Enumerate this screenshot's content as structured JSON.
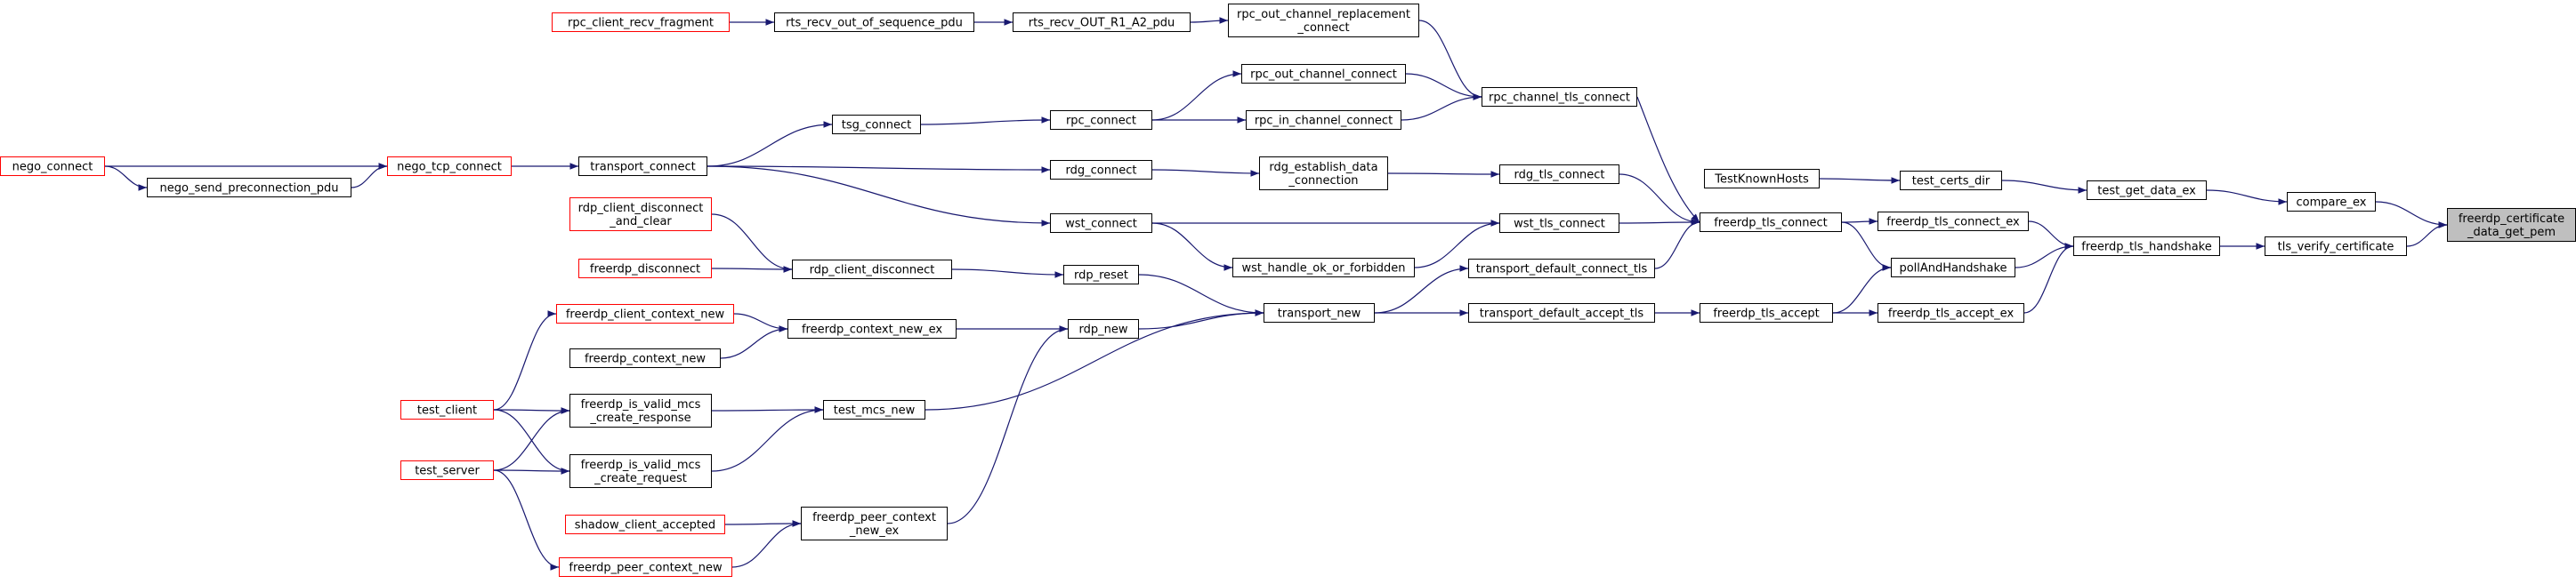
{
  "colors": {
    "edge": "#191970",
    "node_border": "#000000",
    "external_border": "#ff0000",
    "focus_fill": "#bfbfbf",
    "node_fill": "#ffffff"
  },
  "focus": "freerdp_certificate_data_get_pem",
  "nodes": [
    {
      "id": "freerdp_certificate_data_get_pem",
      "label": [
        "freerdp_certificate",
        "_data_get_pem"
      ],
      "style": "focus"
    },
    {
      "id": "compare_ex",
      "label": [
        "compare_ex"
      ],
      "style": "normal"
    },
    {
      "id": "tls_verify_certificate",
      "label": [
        "tls_verify_certificate"
      ],
      "style": "normal"
    },
    {
      "id": "test_get_data_ex",
      "label": [
        "test_get_data_ex"
      ],
      "style": "normal"
    },
    {
      "id": "freerdp_tls_handshake",
      "label": [
        "freerdp_tls_handshake"
      ],
      "style": "normal"
    },
    {
      "id": "test_certs_dir",
      "label": [
        "test_certs_dir"
      ],
      "style": "normal"
    },
    {
      "id": "TestKnownHosts",
      "label": [
        "TestKnownHosts"
      ],
      "style": "normal"
    },
    {
      "id": "freerdp_tls_connect_ex",
      "label": [
        "freerdp_tls_connect_ex"
      ],
      "style": "normal"
    },
    {
      "id": "pollAndHandshake",
      "label": [
        "pollAndHandshake"
      ],
      "style": "normal"
    },
    {
      "id": "freerdp_tls_accept_ex",
      "label": [
        "freerdp_tls_accept_ex"
      ],
      "style": "normal"
    },
    {
      "id": "freerdp_tls_connect",
      "label": [
        "freerdp_tls_connect"
      ],
      "style": "normal"
    },
    {
      "id": "freerdp_tls_accept",
      "label": [
        "freerdp_tls_accept"
      ],
      "style": "normal"
    },
    {
      "id": "rpc_channel_tls_connect",
      "label": [
        "rpc_channel_tls_connect"
      ],
      "style": "normal"
    },
    {
      "id": "rdg_tls_connect",
      "label": [
        "rdg_tls_connect"
      ],
      "style": "normal"
    },
    {
      "id": "wst_tls_connect",
      "label": [
        "wst_tls_connect"
      ],
      "style": "normal"
    },
    {
      "id": "transport_default_connect_tls",
      "label": [
        "transport_default_connect_tls"
      ],
      "style": "normal"
    },
    {
      "id": "transport_default_accept_tls",
      "label": [
        "transport_default_accept_tls"
      ],
      "style": "normal"
    },
    {
      "id": "rpc_out_channel_replacement_connect",
      "label": [
        "rpc_out_channel_replacement",
        "_connect"
      ],
      "style": "normal"
    },
    {
      "id": "rpc_out_channel_connect",
      "label": [
        "rpc_out_channel_connect"
      ],
      "style": "normal"
    },
    {
      "id": "rpc_in_channel_connect",
      "label": [
        "rpc_in_channel_connect"
      ],
      "style": "normal"
    },
    {
      "id": "rdg_establish_data_connection",
      "label": [
        "rdg_establish_data",
        "_connection"
      ],
      "style": "normal"
    },
    {
      "id": "wst_handle_ok_or_forbidden",
      "label": [
        "wst_handle_ok_or_forbidden"
      ],
      "style": "normal"
    },
    {
      "id": "transport_new",
      "label": [
        "transport_new"
      ],
      "style": "normal"
    },
    {
      "id": "rts_recv_OUT_R1_A2_pdu",
      "label": [
        "rts_recv_OUT_R1_A2_pdu"
      ],
      "style": "normal"
    },
    {
      "id": "rts_recv_out_of_sequence_pdu",
      "label": [
        "rts_recv_out_of_sequence_pdu"
      ],
      "style": "normal"
    },
    {
      "id": "rpc_client_recv_fragment",
      "label": [
        "rpc_client_recv_fragment"
      ],
      "style": "external"
    },
    {
      "id": "rpc_connect",
      "label": [
        "rpc_connect"
      ],
      "style": "normal"
    },
    {
      "id": "tsg_connect",
      "label": [
        "tsg_connect"
      ],
      "style": "normal"
    },
    {
      "id": "rdg_connect",
      "label": [
        "rdg_connect"
      ],
      "style": "normal"
    },
    {
      "id": "wst_connect",
      "label": [
        "wst_connect"
      ],
      "style": "normal"
    },
    {
      "id": "transport_connect",
      "label": [
        "transport_connect"
      ],
      "style": "normal"
    },
    {
      "id": "nego_tcp_connect",
      "label": [
        "nego_tcp_connect"
      ],
      "style": "external"
    },
    {
      "id": "nego_send_preconnection_pdu",
      "label": [
        "nego_send_preconnection_pdu"
      ],
      "style": "normal"
    },
    {
      "id": "nego_connect",
      "label": [
        "nego_connect"
      ],
      "style": "external"
    },
    {
      "id": "rdp_reset",
      "label": [
        "rdp_reset"
      ],
      "style": "normal"
    },
    {
      "id": "rdp_client_disconnect",
      "label": [
        "rdp_client_disconnect"
      ],
      "style": "normal"
    },
    {
      "id": "rdp_client_disconnect_and_clear",
      "label": [
        "rdp_client_disconnect",
        "_and_clear"
      ],
      "style": "external"
    },
    {
      "id": "freerdp_disconnect",
      "label": [
        "freerdp_disconnect"
      ],
      "style": "external"
    },
    {
      "id": "rdp_new",
      "label": [
        "rdp_new"
      ],
      "style": "normal"
    },
    {
      "id": "freerdp_context_new_ex",
      "label": [
        "freerdp_context_new_ex"
      ],
      "style": "normal"
    },
    {
      "id": "freerdp_client_context_new",
      "label": [
        "freerdp_client_context_new"
      ],
      "style": "external"
    },
    {
      "id": "freerdp_context_new",
      "label": [
        "freerdp_context_new"
      ],
      "style": "normal"
    },
    {
      "id": "test_mcs_new",
      "label": [
        "test_mcs_new"
      ],
      "style": "normal"
    },
    {
      "id": "freerdp_is_valid_mcs_create_response",
      "label": [
        "freerdp_is_valid_mcs",
        "_create_response"
      ],
      "style": "normal"
    },
    {
      "id": "freerdp_is_valid_mcs_create_request",
      "label": [
        "freerdp_is_valid_mcs",
        "_create_request"
      ],
      "style": "normal"
    },
    {
      "id": "test_client",
      "label": [
        "test_client"
      ],
      "style": "external"
    },
    {
      "id": "test_server",
      "label": [
        "test_server"
      ],
      "style": "external"
    },
    {
      "id": "freerdp_peer_context_new_ex",
      "label": [
        "freerdp_peer_context",
        "_new_ex"
      ],
      "style": "normal"
    },
    {
      "id": "shadow_client_accepted",
      "label": [
        "shadow_client_accepted"
      ],
      "style": "external"
    },
    {
      "id": "freerdp_peer_context_new",
      "label": [
        "freerdp_peer_context_new"
      ],
      "style": "external"
    }
  ]
}
